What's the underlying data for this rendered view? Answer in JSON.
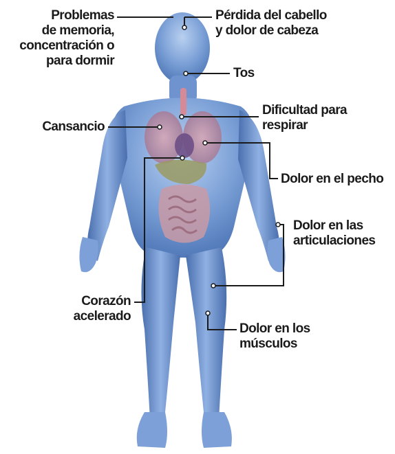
{
  "labels": {
    "memoria": [
      "Problemas",
      "de memoria,",
      "concentración o",
      "para dormir"
    ],
    "cabello": [
      "Pérdida del cabello",
      "y dolor de cabeza"
    ],
    "tos": [
      "Tos"
    ],
    "respirar": [
      "Dificultad para",
      "respirar"
    ],
    "cansancio": [
      "Cansancio"
    ],
    "pecho": [
      "Dolor en el pecho"
    ],
    "articulaciones": [
      "Dolor en las",
      "articulaciones"
    ],
    "corazon": [
      "Corazón",
      "acelerado"
    ],
    "musculos": [
      "Dolor en los",
      "músculos"
    ]
  },
  "colors": {
    "body_blue": "#5d86c4",
    "body_light": "#a9c4ea",
    "organ_red": "#c98a9a",
    "leader_line": "#1a1a1a"
  }
}
